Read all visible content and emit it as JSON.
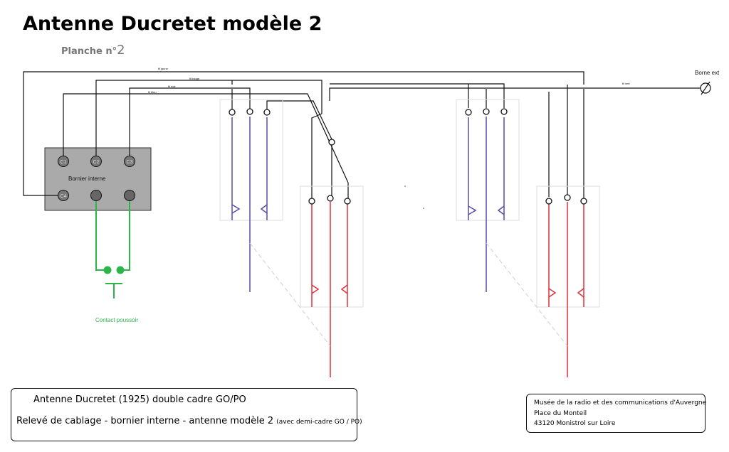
{
  "header": {
    "title": "Antenne Ducretet modèle 2",
    "subtitle_prefix": "Planche n°",
    "subtitle_number": "2"
  },
  "diagram": {
    "terminal_block_label": "Bornier interne",
    "terminals": [
      "C1",
      "C2",
      "C3",
      "C4"
    ],
    "wire_labels": {
      "yellow": "fil jaune",
      "red": "fil rouge",
      "black": "fil noir",
      "blue": "fil bleu",
      "green": "fil vert"
    },
    "external_terminal": "Borne ext",
    "push_button_label": "Contact poussoir",
    "colors": {
      "wire": "#000000",
      "blue_coil": "#5a4aa8",
      "red_coil": "#e0303a",
      "push_button": "#2db54a",
      "block_fill": "#aaaaaa"
    }
  },
  "caption": {
    "line1": "Antenne Ducretet (1925) double cadre GO/PO",
    "line2": "Relevé de cablage - bornier interne - antenne modèle 2",
    "line2_small": "(avec demi-cadre GO / PO)"
  },
  "museum": {
    "line1": "Musée de la radio et des communications d'Auvergne",
    "line2": "Place du Monteil",
    "line3": "43120 Monistrol sur Loire"
  }
}
